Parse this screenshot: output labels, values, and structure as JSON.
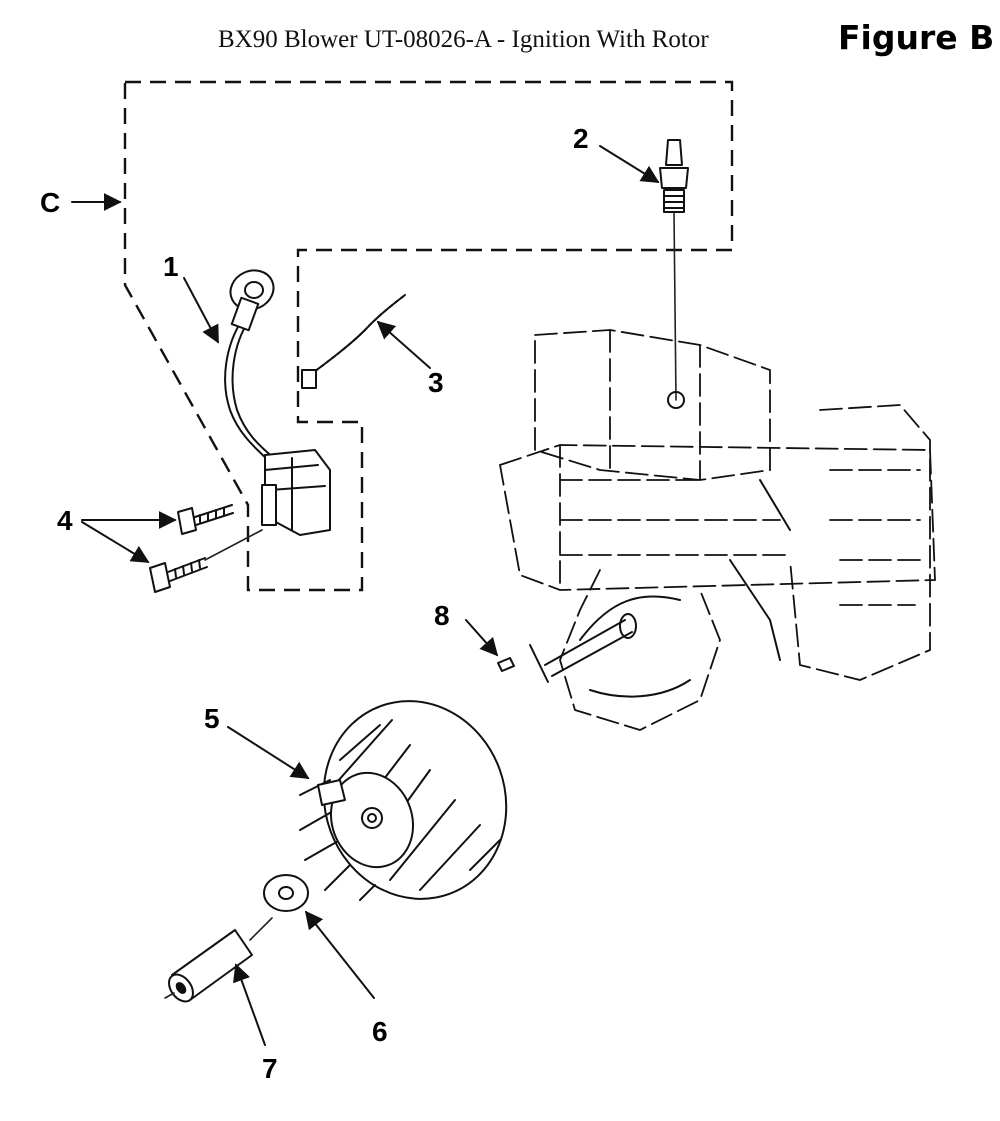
{
  "header": {
    "title": "BX90 Blower UT-08026-A - Ignition With Rotor",
    "figure_label": "Figure B"
  },
  "callouts": {
    "c": "C",
    "p1": "1",
    "p2": "2",
    "p3": "3",
    "p4": "4",
    "p5": "5",
    "p6": "6",
    "p7": "7",
    "p8": "8"
  }
}
